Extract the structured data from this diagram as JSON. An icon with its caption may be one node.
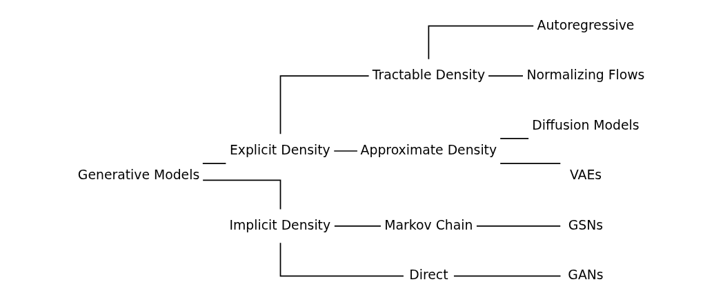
{
  "diagram": {
    "nodes": [
      {
        "text": [
          "Generative Models"
        ]
      },
      {
        "text": [
          "Explicit Density"
        ]
      },
      {
        "text": [
          "Tractable Density"
        ]
      },
      {
        "text": [
          "Autoregressive"
        ]
      },
      {
        "text": [
          "Normalizing Flows"
        ]
      },
      {
        "text": [
          "Approximate Density"
        ]
      },
      {
        "text": [
          "Diffusion Models"
        ]
      },
      {
        "text": [
          "VAEs"
        ]
      },
      {
        "text": [
          "Implicit Density"
        ]
      },
      {
        "text": [
          "Markov Chain"
        ]
      },
      {
        "text": [
          "GSNs"
        ]
      },
      {
        "text": [
          "Direct"
        ]
      },
      {
        "text": [
          "GANs"
        ]
      }
    ],
    "edges": [
      {
        "from": 0,
        "to": 1,
        "arrow": "none"
      },
      {
        "from": 1,
        "to": 2,
        "arrow": "none"
      },
      {
        "from": 2,
        "to": 3,
        "arrow": "none"
      },
      {
        "from": 2,
        "to": 4,
        "arrow": "none"
      },
      {
        "from": 1,
        "to": 5,
        "arrow": "none"
      },
      {
        "from": 5,
        "to": 6,
        "arrow": "none"
      },
      {
        "from": 5,
        "to": 7,
        "arrow": "none"
      },
      {
        "from": 0,
        "to": 8,
        "arrow": "none"
      },
      {
        "from": 8,
        "to": 9,
        "arrow": "none"
      },
      {
        "from": 9,
        "to": 10,
        "arrow": "none"
      },
      {
        "from": 8,
        "to": 11,
        "arrow": "none"
      },
      {
        "from": 11,
        "to": 12,
        "arrow": "none"
      }
    ]
  }
}
